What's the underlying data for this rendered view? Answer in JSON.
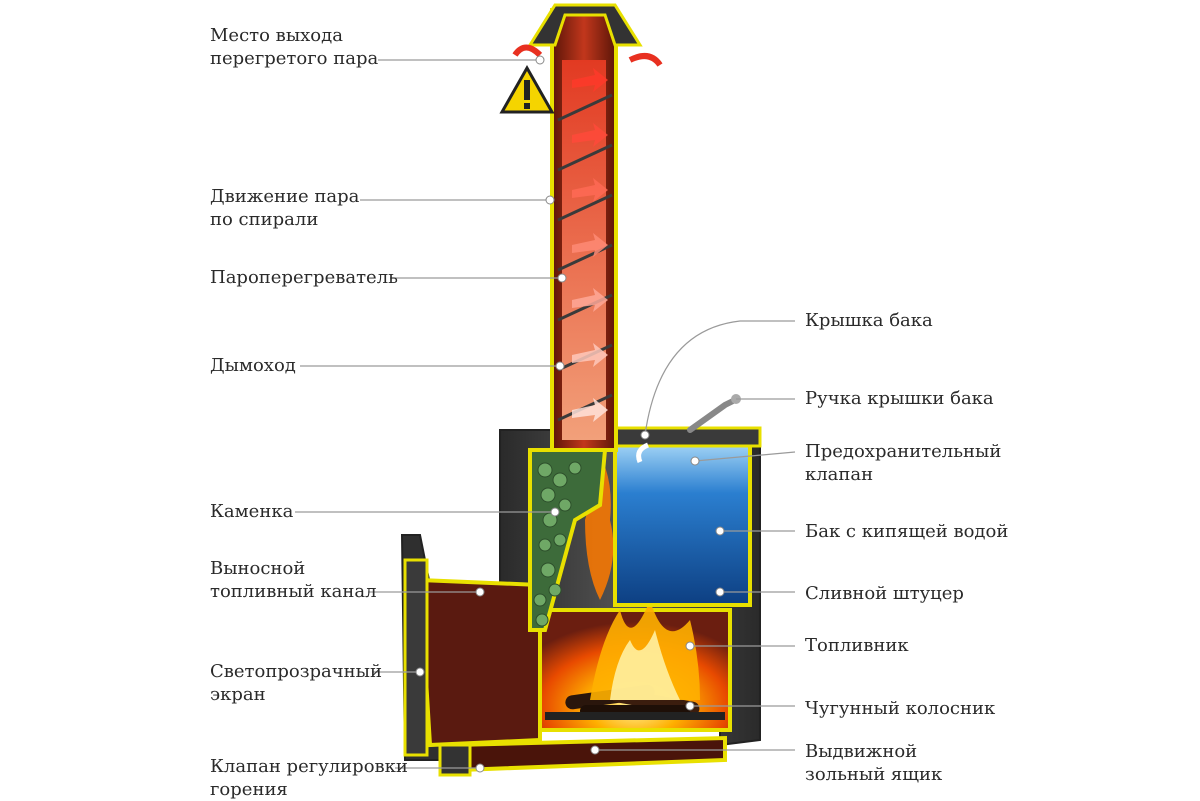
{
  "labels_left": [
    "Место выхода\nперегретого пара",
    "Движение пара\nпо спирали",
    "Пароперегреватель",
    "Дымоход",
    "Каменка",
    "Выносной\nтопливный канал",
    "Светопрозрачный\nэкран",
    "Клапан регулировки\nгорения"
  ],
  "labels_right": [
    "Крышка бака",
    "Ручка крышки бака",
    "Предохранительный\nклапан",
    "Бак с кипящей водой",
    "Сливной штуцер",
    "Топливник",
    "Чугунный колосник",
    "Выдвижной\nзольный ящик"
  ],
  "colors": {
    "outline": "#e8e000",
    "stove_body": "#3a3a3a",
    "firebox": "#6b1e10",
    "flame": "#ff7a00",
    "water": "#1f6fb8",
    "stones": "#4f8a4a",
    "leader": "#9a9a9a"
  }
}
